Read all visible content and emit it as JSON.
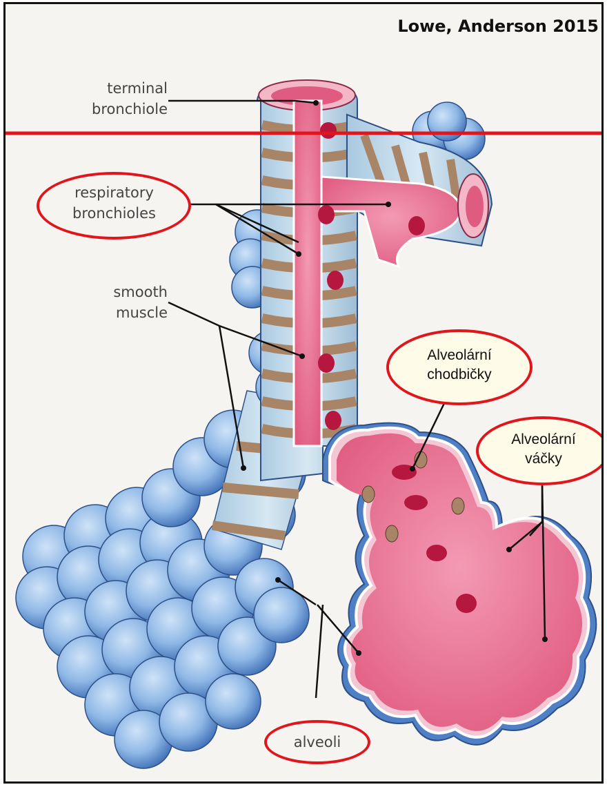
{
  "citation": "Lowe, Anderson 2015",
  "labels": {
    "terminal_bronchiole": [
      "terminal",
      "bronchiole"
    ],
    "respiratory_bronchioles": [
      "respiratory",
      "bronchioles"
    ],
    "smooth_muscle": [
      "smooth",
      "muscle"
    ],
    "alveoli": "alveoli",
    "alveolar_ducts": [
      "Alveolární",
      "chodbičky"
    ],
    "alveolar_sacs": [
      "Alveolární",
      "váčky"
    ]
  },
  "colors": {
    "highlight": "#e0161c",
    "lumen_pink": "#e9708f",
    "alveolus_blue": "#8fb8e6",
    "muscle_tan": "#c9ac8e",
    "wall_blue": "#bcd7e8"
  }
}
